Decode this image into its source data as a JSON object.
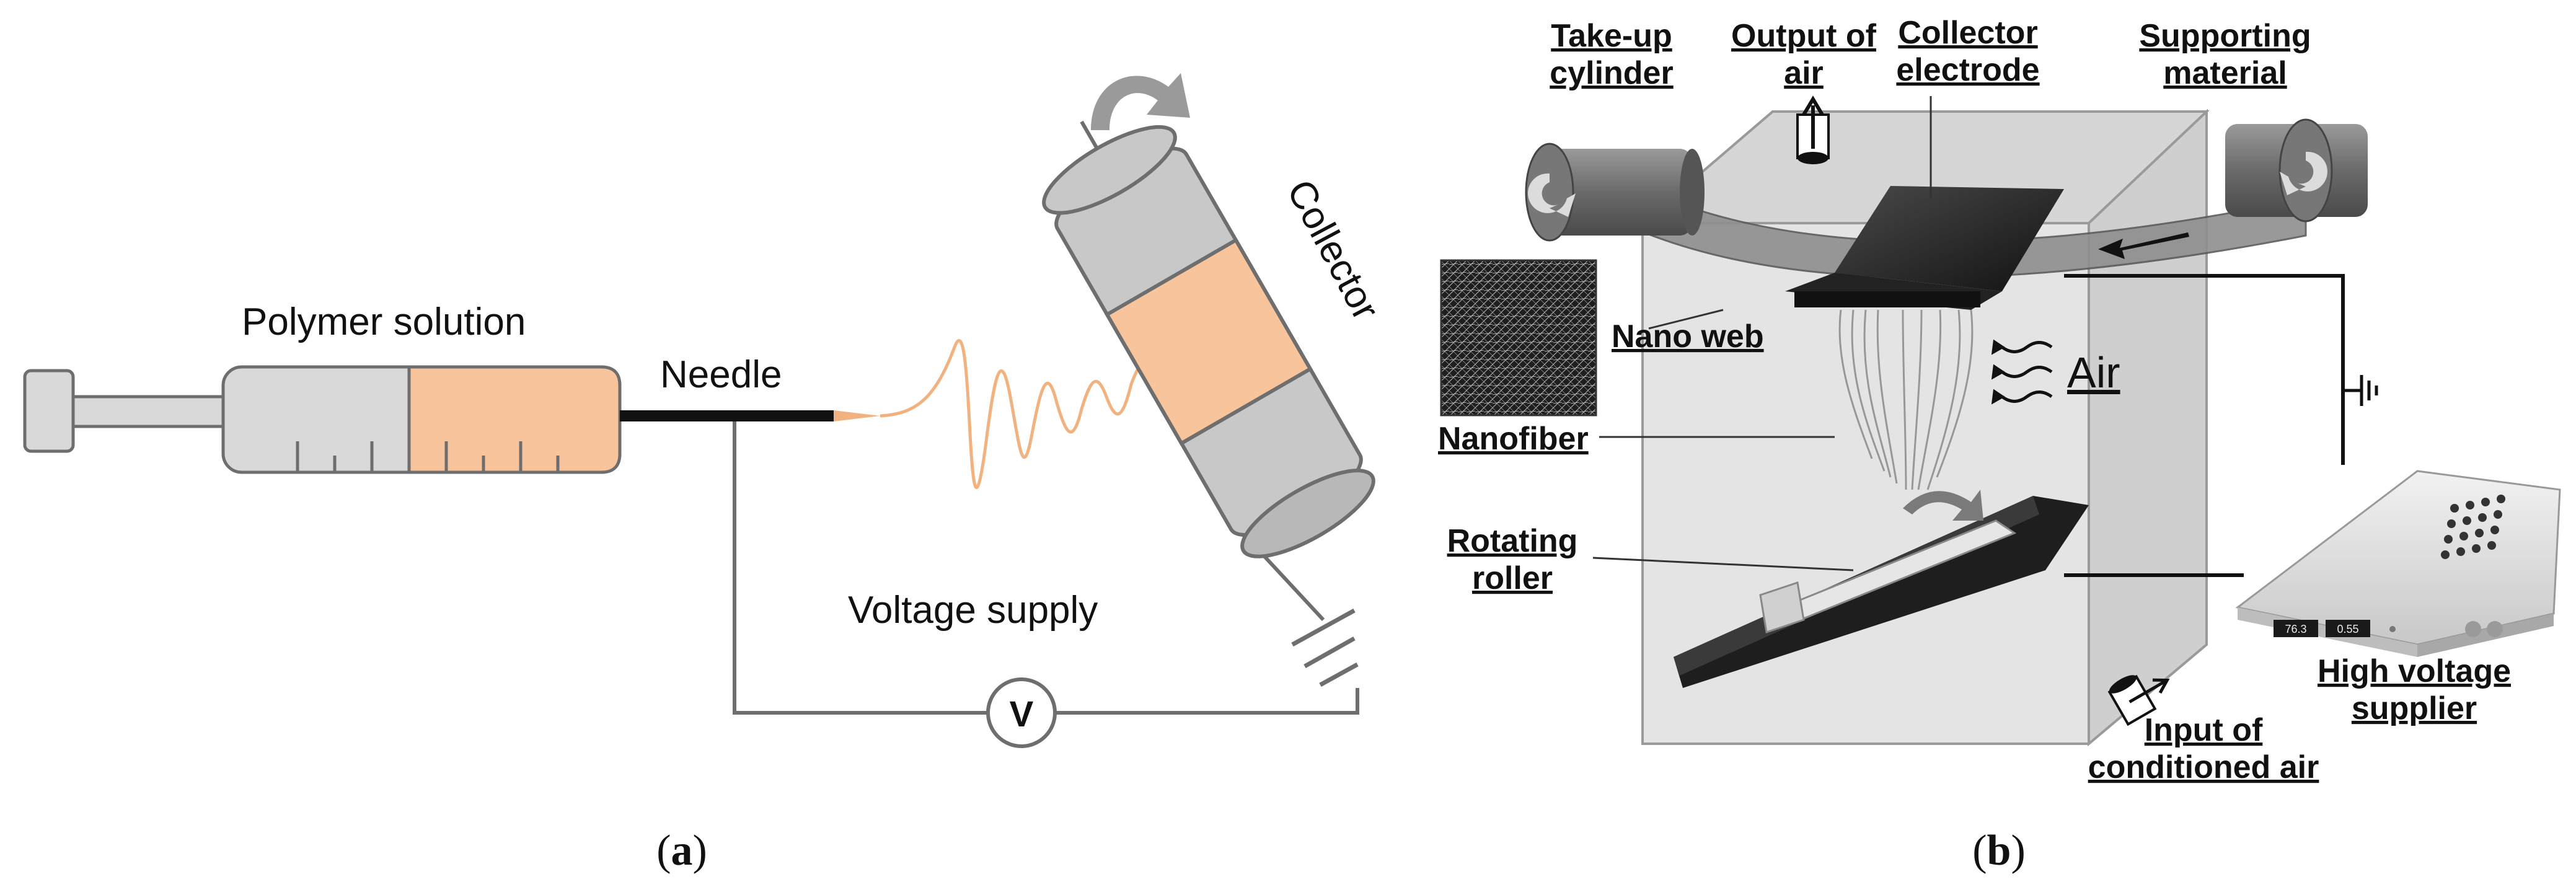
{
  "panel_a": {
    "caption_open": "(",
    "caption_letter": "a",
    "caption_close": ")",
    "labels": {
      "polymer_solution": "Polymer solution",
      "needle": "Needle",
      "collector": "Collector",
      "voltage_supply": "Voltage supply",
      "voltmeter": "V"
    },
    "colors": {
      "solution": "#f8c49c",
      "barrel": "#d9d9d9",
      "collector_body": "#c8c8c8",
      "jet": "#f2b27f",
      "line": "#6e6e6e"
    }
  },
  "panel_b": {
    "caption_open": "(",
    "caption_letter": "b",
    "caption_close": ")",
    "labels": {
      "takeup_1": "Take-up",
      "takeup_2": "cylinder",
      "output_1": "Output of",
      "output_2": "air",
      "collector_1": "Collector",
      "collector_2": "electrode",
      "supporting_1": "Supporting",
      "supporting_2": "material",
      "nano_web": "Nano web",
      "air": "Air",
      "nanofiber": "Nanofiber",
      "rotating_1": "Rotating",
      "rotating_2": "roller",
      "hv_1": "High voltage",
      "hv_2": "supplier",
      "input_1": "Input of",
      "input_2": "conditioned air",
      "display_1": "76.3",
      "display_2": "0.55"
    },
    "colors": {
      "chamber": "#d8d8d8",
      "dark": "#2a2a2a",
      "roll": "#7a7a7a",
      "display": "#1a1a1a"
    }
  }
}
